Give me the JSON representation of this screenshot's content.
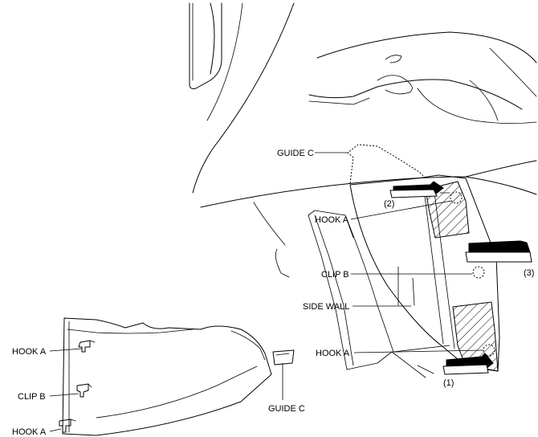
{
  "labels": {
    "guide_c_top": "GUIDE C",
    "hook_a_upper": "HOOK A",
    "clip_b_right": "CLIP B",
    "side_wall": "SIDE WALL",
    "hook_a_lower": "HOOK A",
    "callout_1": "(1)",
    "callout_2": "(2)",
    "callout_3": "(3)",
    "left_hook_a_top": "HOOK A",
    "left_clip_b": "CLIP B",
    "left_hook_a_bottom": "HOOK A",
    "guide_c_bottom": "GUIDE C"
  },
  "icons": {
    "removal_arrow": "arrow-right-icon",
    "hook": "hook-icon",
    "clip": "clip-icon"
  },
  "colors": {
    "line": "#000000",
    "background": "#ffffff"
  }
}
